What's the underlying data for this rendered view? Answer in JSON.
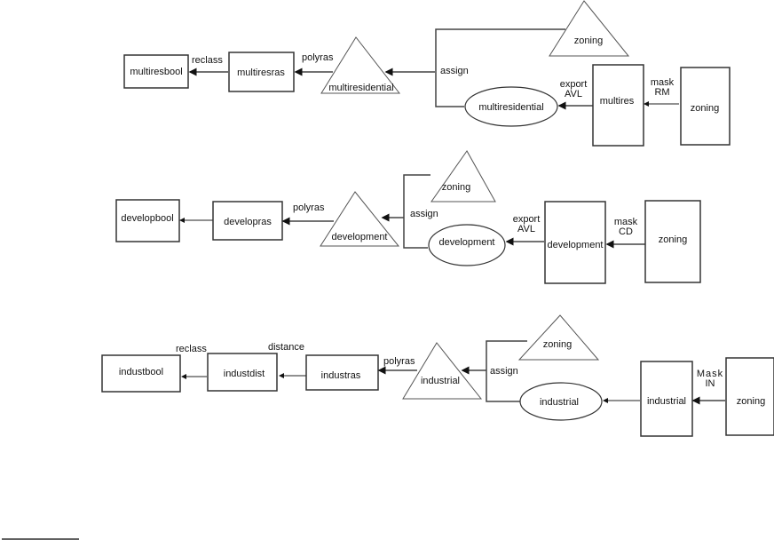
{
  "diagram": {
    "flow1": {
      "nodes": {
        "multiresbool": "multiresbool",
        "multiresras": "multiresras",
        "multiresidential_tri": "multiresidential",
        "zoning_tri": "zoning",
        "multiresidential_ell": "multiresidential",
        "multires": "multires",
        "zoning_box": "zoning"
      },
      "edges": {
        "reclass": "reclass",
        "polyras": "polyras",
        "assign": "assign",
        "export_1": "export",
        "export_2": "AVL",
        "mask_1": "mask",
        "mask_2": "RM"
      }
    },
    "flow2": {
      "nodes": {
        "developbool": "developbool",
        "developras": "developras",
        "development_tri": "development",
        "zoning_tri": "zoning",
        "development_ell": "development",
        "development_box": "development",
        "zoning_box": "zoning"
      },
      "edges": {
        "polyras": "polyras",
        "assign": "assign",
        "export_1": "export",
        "export_2": "AVL",
        "mask_1": "mask",
        "mask_2": "CD"
      }
    },
    "flow3": {
      "nodes": {
        "industbool": "industbool",
        "industdist": "industdist",
        "industras": "industras",
        "industrial_tri": "industrial",
        "zoning_tri": "zoning",
        "industrial_ell": "industrial",
        "industrial_box": "industrial",
        "zoning_box": "zoning"
      },
      "edges": {
        "reclass": "reclass",
        "distance": "distance",
        "polyras": "polyras",
        "assign": "assign",
        "mask_1": "Mask",
        "mask_2": "IN"
      }
    }
  }
}
